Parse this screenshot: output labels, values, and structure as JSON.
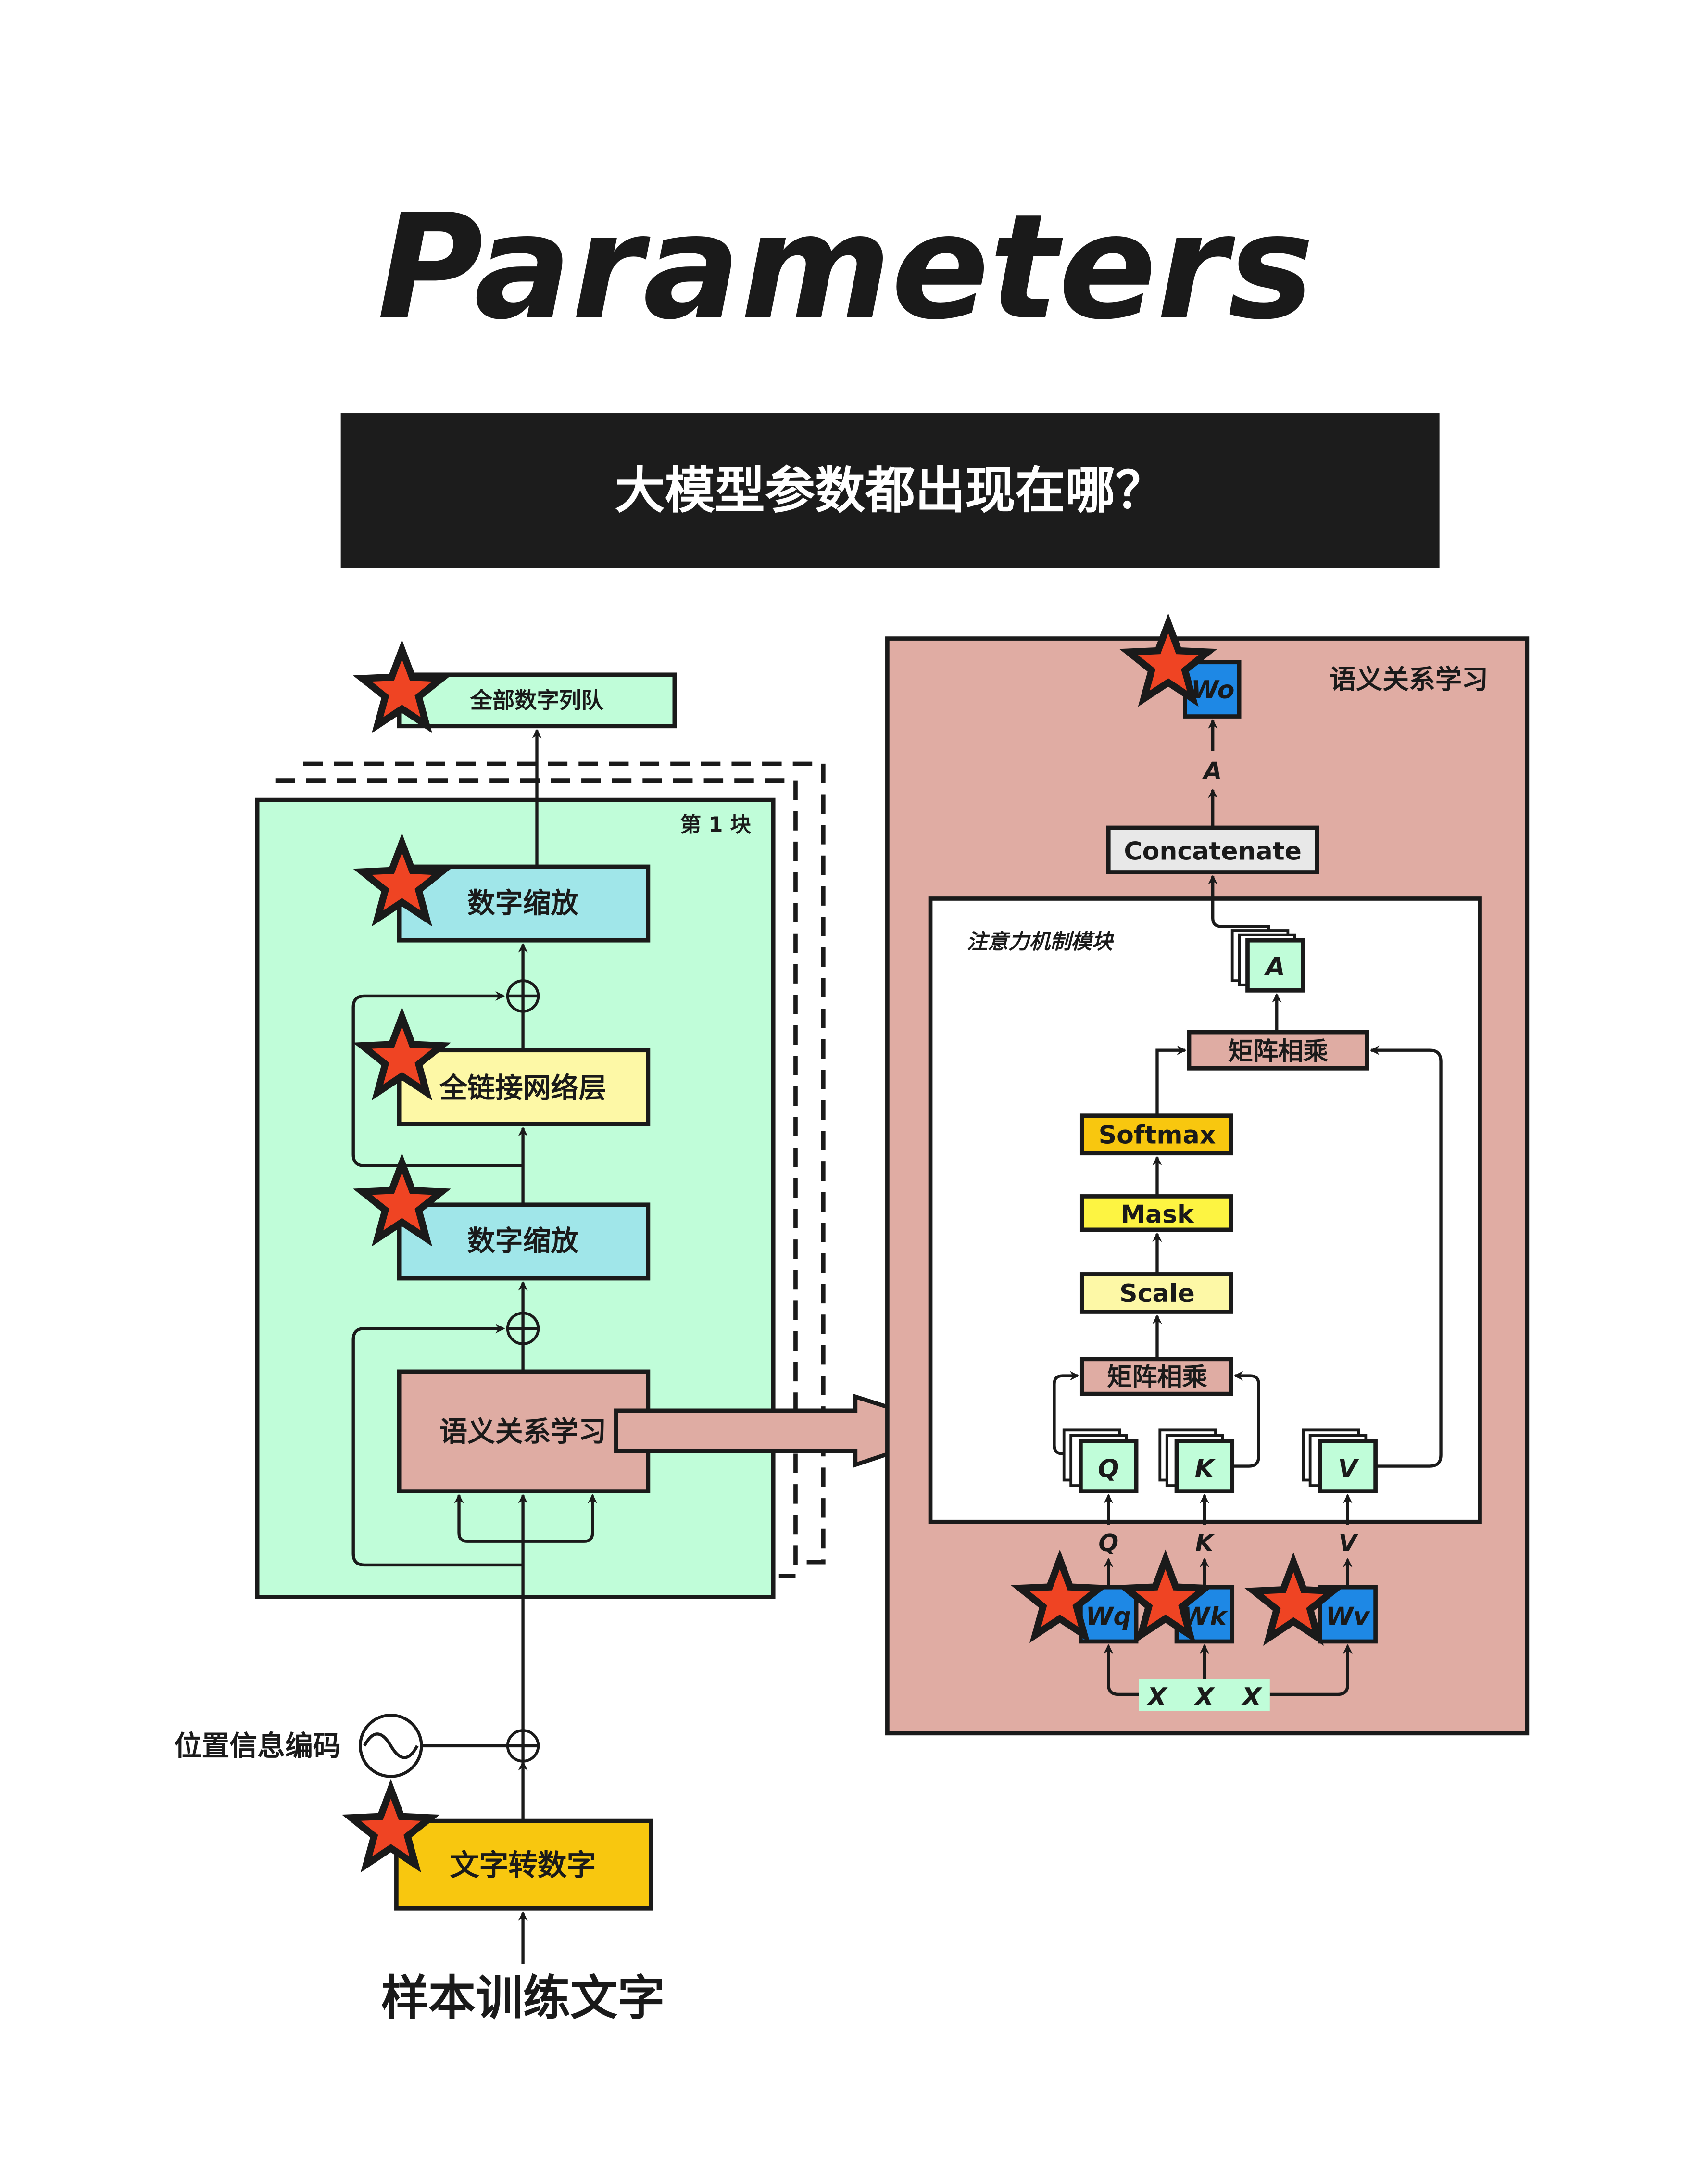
{
  "title": "Parameters",
  "banner": "大模型参数都出现在哪？",
  "left": {
    "output": "全部数字列队",
    "block_label": "第 1 块",
    "scale_top": "数字缩放",
    "ffn": "全链接网络层",
    "scale_bottom": "数字缩放",
    "attention": "语义关系学习",
    "pos_encoding": "位置信息编码",
    "embedding": "文字转数字",
    "input": "样本训练文字"
  },
  "right": {
    "panel_label": "语义关系学习",
    "wo": "Wo",
    "a_arrow_label": "A",
    "concat": "Concatenate",
    "module_label": "注意力机制模块",
    "a_box": "A",
    "matmul_top": "矩阵相乘",
    "softmax": "Softmax",
    "mask": "Mask",
    "scale": "Scale",
    "matmul_bottom": "矩阵相乘",
    "q": "Q",
    "k": "K",
    "v": "V",
    "q_label": "Q",
    "k_label": "K",
    "v_label": "V",
    "wq": "Wq",
    "wk": "Wk",
    "wv": "Wv",
    "x1": "X",
    "x2": "X",
    "x3": "X"
  },
  "colors": {
    "mint": "#c0fdd9",
    "cyan": "#a0e6e9",
    "light_yellow": "#fdf8a6",
    "yellow": "#fdf442",
    "orange": "#f8c70f",
    "rose": "#dfaca3",
    "blue": "#1e88e5",
    "star": "#ef4423",
    "banner": "#1c1c1c"
  }
}
